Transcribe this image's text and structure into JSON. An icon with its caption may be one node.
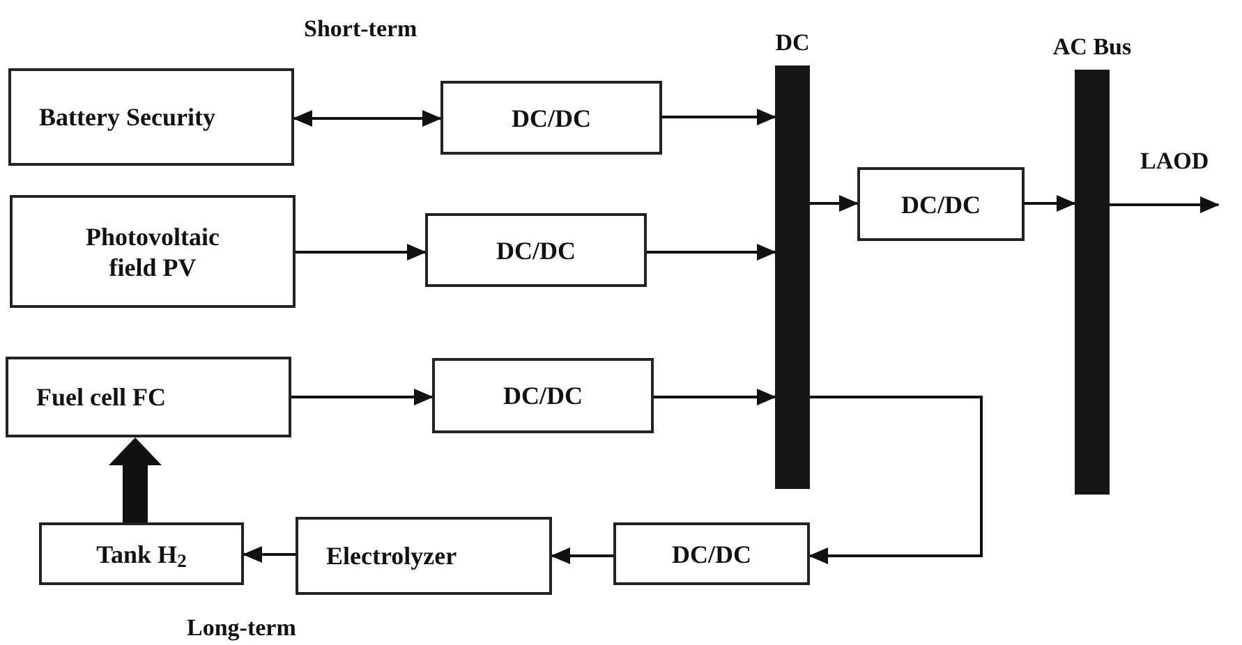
{
  "diagram": {
    "nodes": [
      {
        "text": [
          "Battery Security"
        ]
      },
      {
        "text": [
          "DC/DC"
        ]
      },
      {
        "text": [
          "Photovoltaic field PV"
        ]
      },
      {
        "text": [
          "DC/DC"
        ]
      },
      {
        "text": [
          "DC"
        ]
      },
      {
        "text": [
          "DC/DC"
        ]
      },
      {
        "text": [
          "AC Bus"
        ]
      },
      {
        "text": [
          "Fuel cell FC"
        ]
      },
      {
        "text": [
          "DC/DC"
        ]
      },
      {
        "text": [
          "Tank H$_{2}$"
        ]
      },
      {
        "text": [
          "Electrolyzer"
        ]
      },
      {
        "text": [
          "DC/DC"
        ]
      }
    ],
    "edges": [
      {
        "from": 0,
        "to": 1,
        "arrow": "both"
      },
      {
        "from": 1,
        "to": 4,
        "arrow": "to"
      },
      {
        "from": 2,
        "to": 3,
        "arrow": "to"
      },
      {
        "from": 3,
        "to": 4,
        "arrow": "to"
      },
      {
        "from": 4,
        "to": 5,
        "arrow": "to"
      },
      {
        "from": 5,
        "to": 6,
        "arrow": "to"
      },
      {
        "from": 6,
        "to": null,
        "arrow": "to"
      },
      {
        "from": 7,
        "to": 8,
        "arrow": "to"
      },
      {
        "from": 8,
        "to": 4,
        "arrow": "to"
      },
      {
        "from": 4,
        "to": 11,
        "arrow": "to"
      },
      {
        "from": 11,
        "to": 10,
        "arrow": "to"
      },
      {
        "from": 10,
        "to": 9,
        "arrow": "to"
      },
      {
        "from": 9,
        "to": 7,
        "arrow": "to",
        "style": "thick"
      }
    ],
    "labels": [
      "Short-term",
      "LAOD",
      "Long-term"
    ]
  }
}
